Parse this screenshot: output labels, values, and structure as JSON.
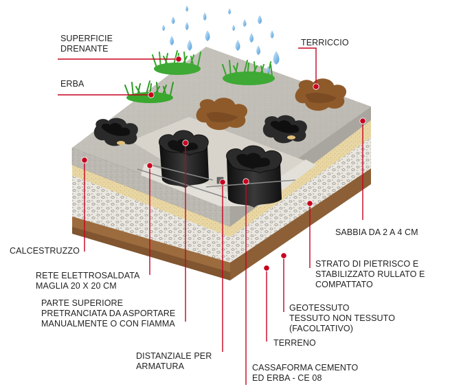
{
  "labels": {
    "superficie": [
      "SUPERFICIE",
      "DRENANTE"
    ],
    "terriccio": [
      "TERRICCIO"
    ],
    "erba": [
      "ERBA"
    ],
    "calcestruzzo": [
      "CALCESTRUZZO"
    ],
    "sabbia": [
      "SABBIA DA 2 A 4 CM"
    ],
    "rete": [
      "RETE ELETTROSALDATA",
      "MAGLIA 20 X 20 CM"
    ],
    "pietrisco": [
      "STRATO DI PIETRISCO E",
      "STABILIZZATO RULLATO E",
      "COMPATTATO"
    ],
    "parte": [
      "PARTE SUPERIORE",
      "PRETRANCIATA DA ASPORTARE",
      "MANUALMENTE O CON FIAMMA"
    ],
    "geotessuto": [
      "GEOTESSUTO",
      "TESSUTO NON TESSUTO",
      "(FACOLTATIVO)"
    ],
    "terreno": [
      "TERRENO"
    ],
    "distanziale": [
      "DISTANZIALE PER",
      "ARMATURA"
    ],
    "cassaforma": [
      "CASSAFORMA CEMENTO",
      "ED ERBA - CE 08"
    ]
  },
  "colors": {
    "leader": "#c8001e",
    "concrete": "#bdbab3",
    "sand": "#e6d3a0",
    "gravel": "#e7e5de",
    "soil": "#9a6b3f",
    "grass": "#3aa82f",
    "formwork": "#1c1c1c",
    "water": "#6fb4e6"
  }
}
